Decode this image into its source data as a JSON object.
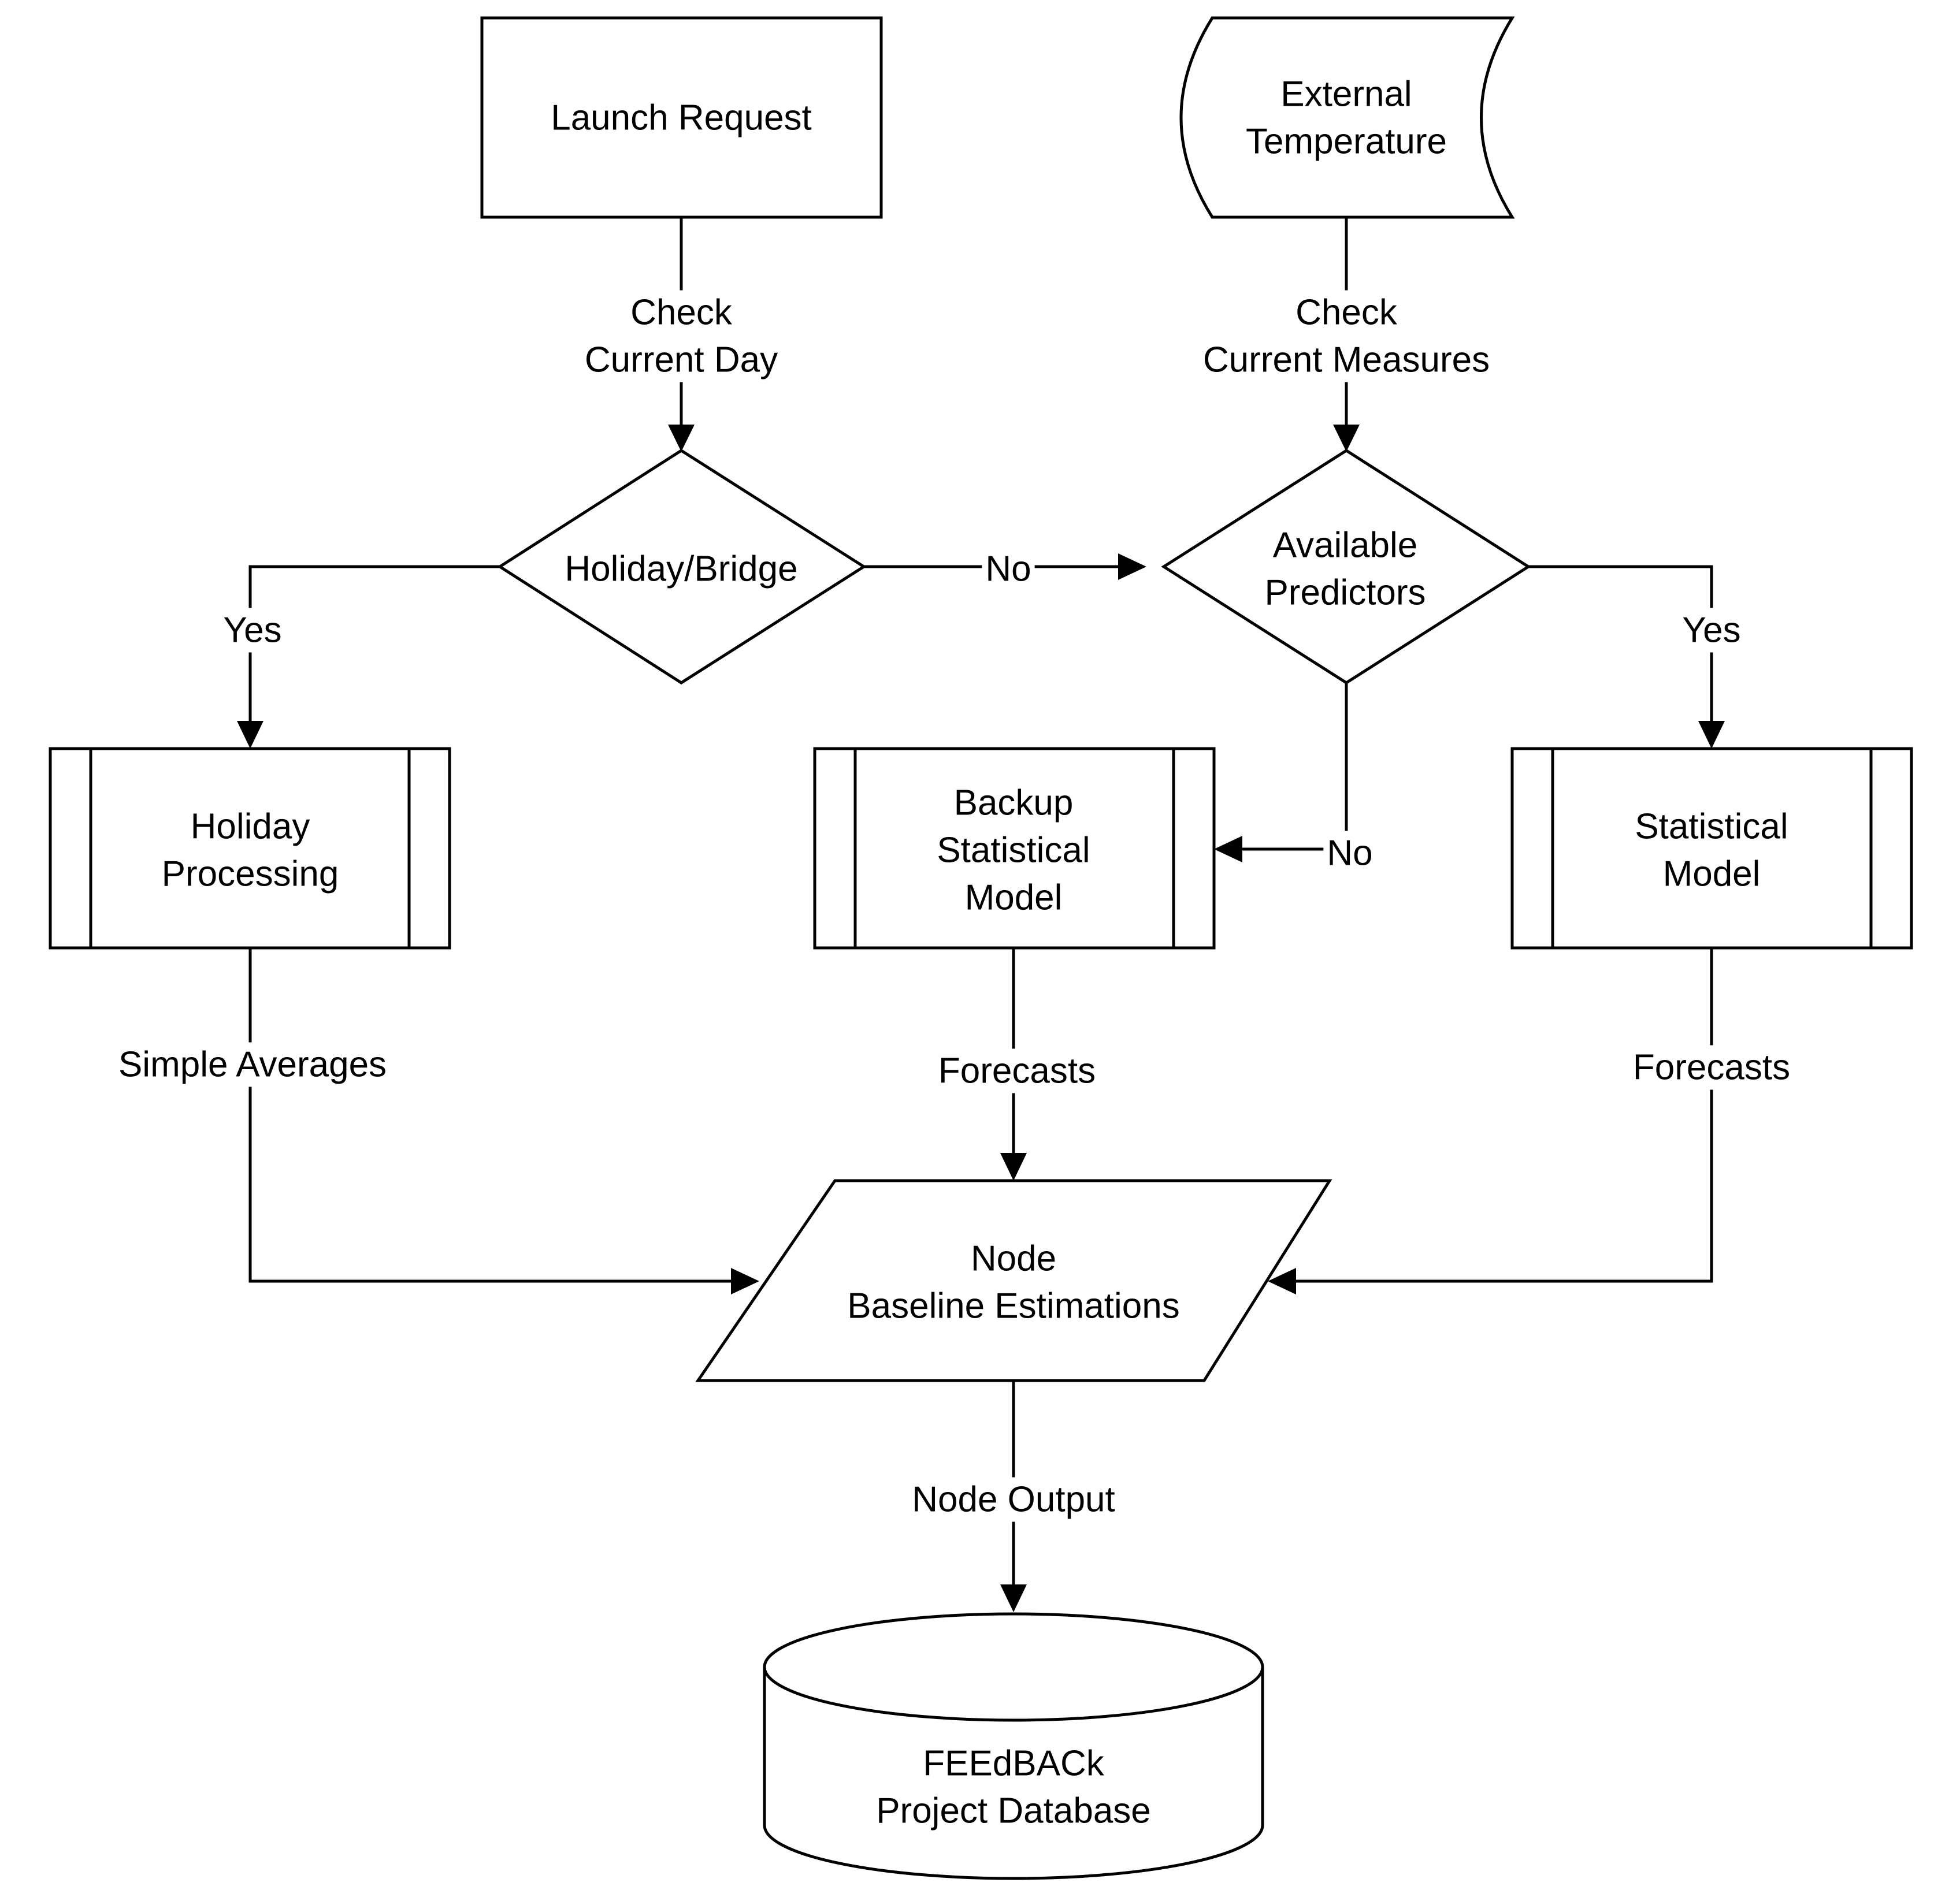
{
  "nodes": {
    "launch_request": {
      "lines": [
        "Launch Request"
      ]
    },
    "external_temperature": {
      "lines": [
        "External",
        "Temperature"
      ]
    },
    "holiday_bridge": {
      "lines": [
        "Holiday/Bridge"
      ]
    },
    "available_predictors": {
      "lines": [
        "Available",
        "Predictors"
      ]
    },
    "holiday_processing": {
      "lines": [
        "Holiday",
        "Processing"
      ]
    },
    "backup_statistical_model": {
      "lines": [
        "Backup",
        "Statistical",
        "Model"
      ]
    },
    "statistical_model": {
      "lines": [
        "Statistical",
        "Model"
      ]
    },
    "node_baseline_estimations": {
      "lines": [
        "Node",
        "Baseline Estimations"
      ]
    },
    "project_database": {
      "lines": [
        "FEEdBACk",
        "Project Database"
      ]
    }
  },
  "edges": {
    "check_current_day": {
      "lines": [
        "Check",
        "Current Day"
      ]
    },
    "check_current_measures": {
      "lines": [
        "Check",
        "Current Measures"
      ]
    },
    "holiday_yes": {
      "lines": [
        "Yes"
      ]
    },
    "holiday_no": {
      "lines": [
        "No"
      ]
    },
    "predictors_yes": {
      "lines": [
        "Yes"
      ]
    },
    "predictors_no": {
      "lines": [
        "No"
      ]
    },
    "simple_averages": {
      "lines": [
        "Simple Averages"
      ]
    },
    "forecasts_backup": {
      "lines": [
        "Forecasts"
      ]
    },
    "forecasts_statistical": {
      "lines": [
        "Forecasts"
      ]
    },
    "node_output": {
      "lines": [
        "Node Output"
      ]
    }
  }
}
